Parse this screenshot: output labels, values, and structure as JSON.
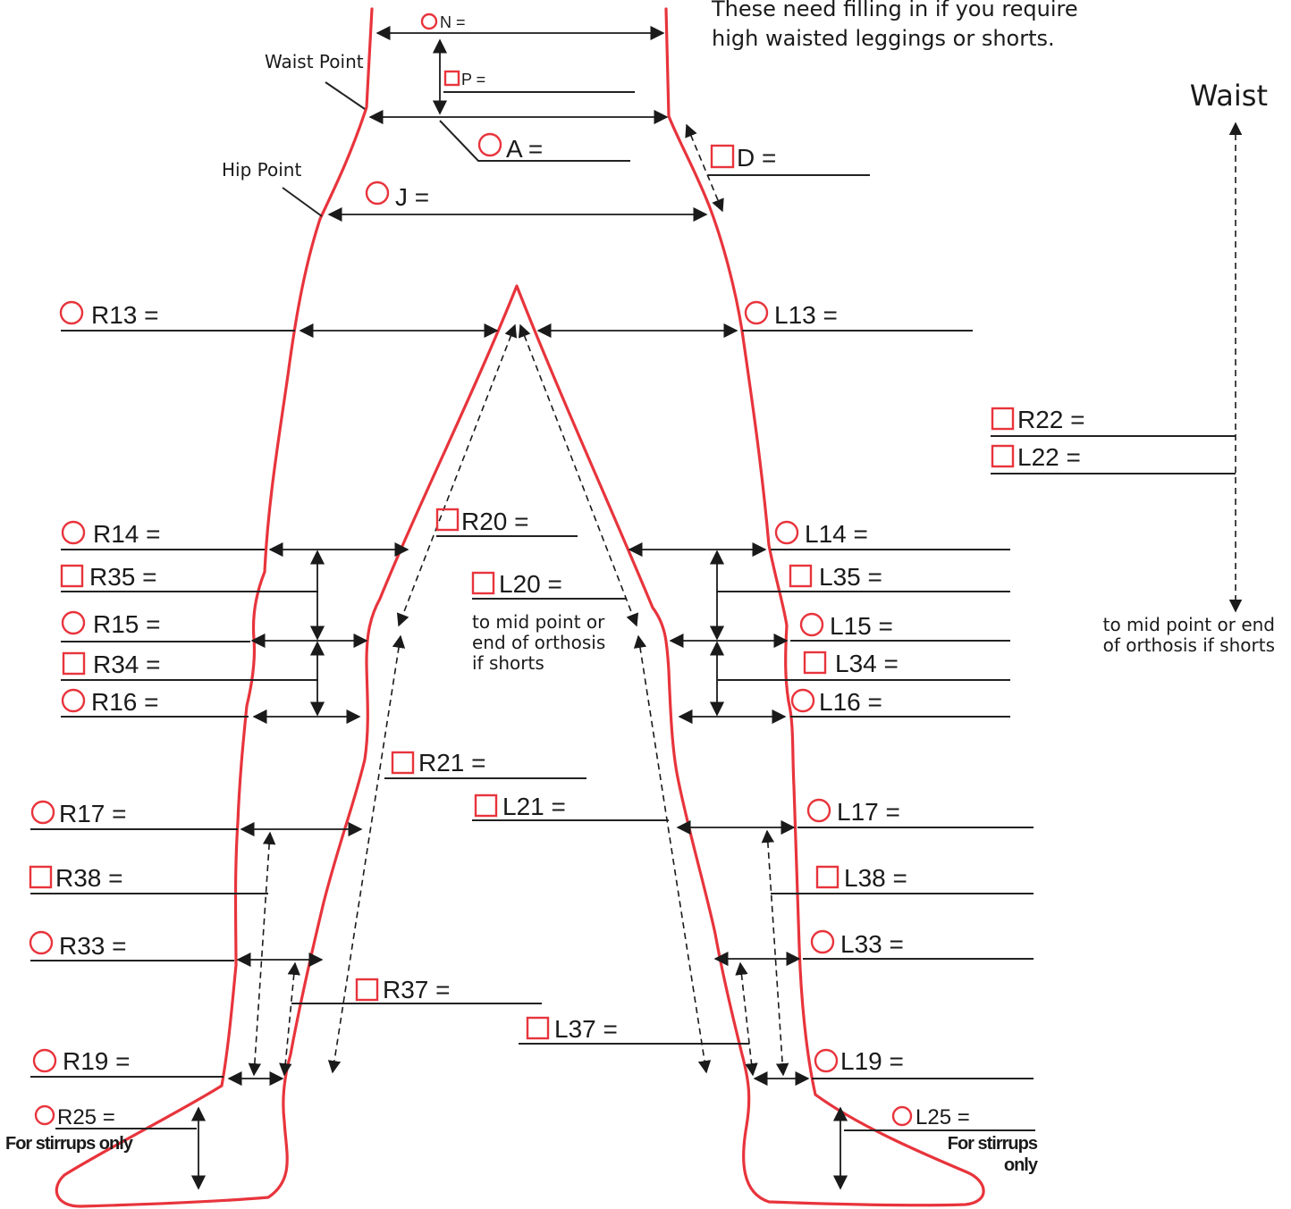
{
  "header": {
    "note_line1": "These need filling in if you require",
    "note_line2": "high waisted leggings or shorts."
  },
  "side": {
    "waist_title": "Waist",
    "note_line1": "to mid point or end",
    "note_line2": "of orthosis if shorts"
  },
  "center_note": {
    "line1": "to mid point or",
    "line2": "end of orthosis",
    "line3": "if shorts"
  },
  "points": {
    "waist_point": "Waist Point",
    "hip_point": "Hip Point"
  },
  "stirrup_notes": {
    "right": "For stirrups only",
    "left_line1": "For stirrups",
    "left_line2": "only"
  },
  "colors": {
    "outline": "#e8343c",
    "text": "#1a1a1a"
  },
  "markers": {
    "circle": "circle-marker",
    "square": "square-marker"
  },
  "labels": {
    "N": "N =",
    "P": "P =",
    "A": "A =",
    "D": "D =",
    "J": "J =",
    "R13": "R13 =",
    "L13": "L13 =",
    "R22": "R22 =",
    "L22": "L22 =",
    "R14": "R14 =",
    "R20": "R20 =",
    "L14": "L14 =",
    "R35": "R35 =",
    "L20": "L20 =",
    "L35": "L35 =",
    "R15": "R15 =",
    "L15": "L15 =",
    "R34": "R34 =",
    "L34": "L34 =",
    "R16": "R16 =",
    "L16": "L16 =",
    "R21": "R21 =",
    "L21": "L21 =",
    "R17": "R17 =",
    "L17": "L17 =",
    "R38": "R38 =",
    "L38": "L38 =",
    "R33": "R33 =",
    "L33": "L33 =",
    "R37": "R37 =",
    "L37": "L37 =",
    "R19": "R19 =",
    "L19": "L19 =",
    "R25": "R25 =",
    "L25": "L25 ="
  }
}
